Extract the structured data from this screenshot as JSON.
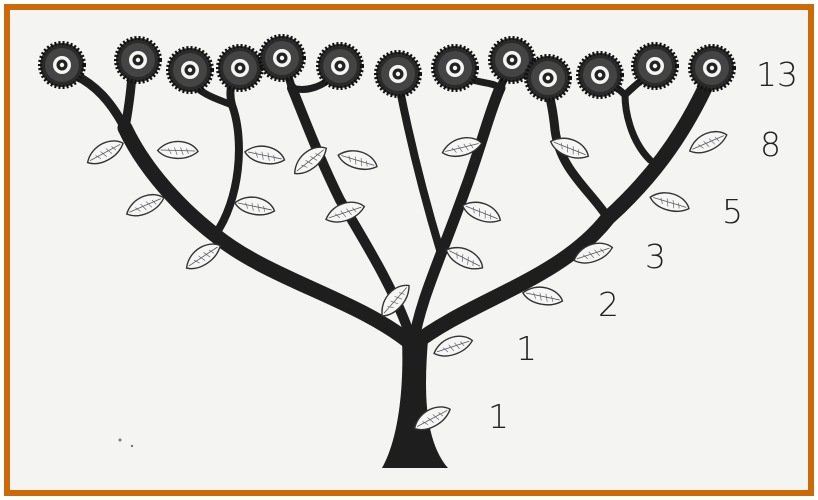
{
  "figure": {
    "frame_color": "#cc6a08",
    "background_color": "#f4f4f2",
    "ink_color": "#1e1e1e",
    "flower_count": 13,
    "row_labels": [
      "13",
      "8",
      "5",
      "3",
      "2",
      "1",
      "1"
    ]
  }
}
